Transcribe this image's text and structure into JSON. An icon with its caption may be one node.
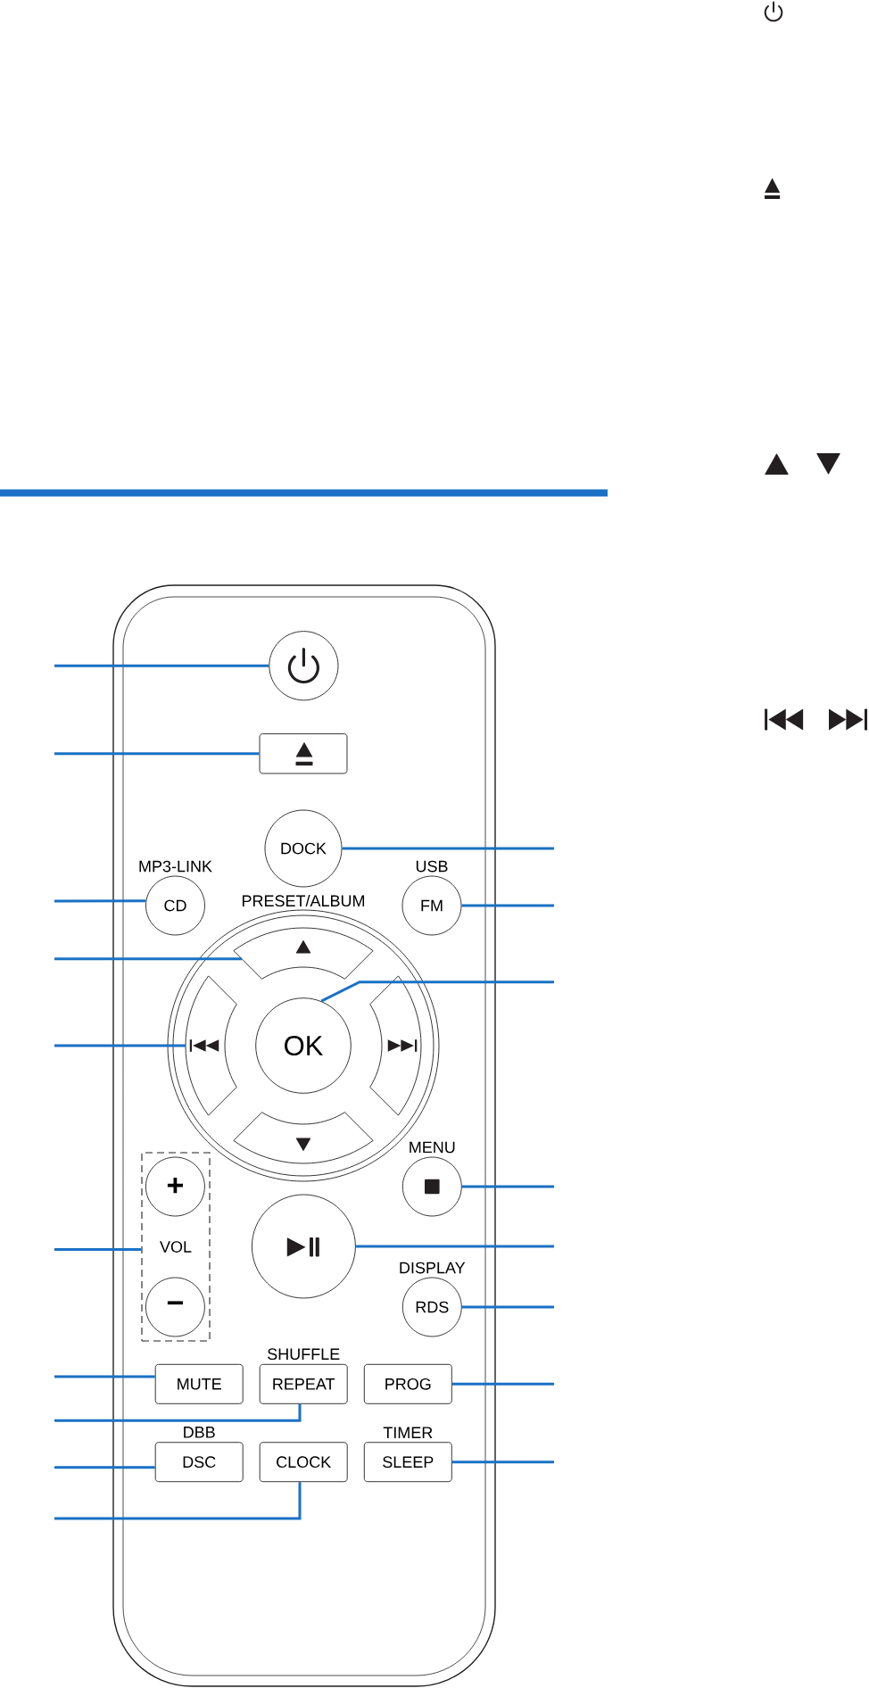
{
  "diagram": {
    "nodes": [
      {
        "text": [],
        "shape": "box"
      },
      {
        "text": [],
        "shape": "circle",
        "in": 0
      },
      {
        "text": [],
        "shape": "box",
        "in": 0
      },
      {
        "text": [
          "DOCK"
        ],
        "in": 0
      },
      {
        "text": [
          "MP3-LINK",
          "CD"
        ],
        "in": 0
      },
      {
        "text": [
          "USB",
          "FM"
        ],
        "in": 0
      },
      {
        "text": [
          "PRESET/ALBUM"
        ],
        "in": 0
      },
      {
        "text": [],
        "shape": "box",
        "in": 6
      },
      {
        "text": [],
        "shape": "box",
        "in": 6
      },
      {
        "text": [
          "OK"
        ],
        "in": 6
      },
      {
        "text": [],
        "shape": "box",
        "in": 6
      },
      {
        "text": [],
        "shape": "box",
        "in": 6
      },
      {
        "text": [
          "MENU"
        ],
        "in": 0
      },
      {
        "text": [
          "VOL"
        ],
        "in": 0
      },
      {
        "text": [
          "+"
        ],
        "in": 13
      },
      {
        "text": [
          "−"
        ],
        "in": 13
      },
      {
        "text": [],
        "shape": "circle",
        "in": 0
      },
      {
        "text": [
          "DISPLAY",
          "RDS"
        ],
        "in": 0
      },
      {
        "text": [
          "MUTE"
        ],
        "in": 0
      },
      {
        "text": [
          "SHUFFLE",
          "REPEAT"
        ],
        "in": 0
      },
      {
        "text": [
          "PROG"
        ],
        "in": 0
      },
      {
        "text": [
          "DBB",
          "DSC"
        ],
        "in": 0
      },
      {
        "text": [
          "CLOCK"
        ],
        "in": 0
      },
      {
        "text": [
          "TIMER",
          "SLEEP"
        ],
        "in": 0
      }
    ],
    "edges": [
      {
        "from": null,
        "to": 1,
        "arrow": "none"
      },
      {
        "from": null,
        "to": 2,
        "arrow": "none"
      },
      {
        "from": null,
        "to": 3,
        "arrow": "none"
      },
      {
        "from": null,
        "to": 4,
        "arrow": "none"
      },
      {
        "from": null,
        "to": 5,
        "arrow": "none"
      },
      {
        "from": null,
        "to": 7,
        "arrow": "none"
      },
      {
        "from": null,
        "to": 9,
        "arrow": "none"
      },
      {
        "from": null,
        "to": 8,
        "arrow": "none"
      },
      {
        "from": null,
        "to": 12,
        "arrow": "none"
      },
      {
        "from": null,
        "to": 13,
        "arrow": "none"
      },
      {
        "from": null,
        "to": 16,
        "arrow": "none"
      },
      {
        "from": null,
        "to": 17,
        "arrow": "none"
      },
      {
        "from": null,
        "to": 18,
        "arrow": "none"
      },
      {
        "from": null,
        "to": 20,
        "arrow": "none"
      },
      {
        "from": null,
        "to": 19,
        "arrow": "none"
      },
      {
        "from": null,
        "to": 21,
        "arrow": "none"
      },
      {
        "from": null,
        "to": 23,
        "arrow": "none"
      },
      {
        "from": null,
        "to": 22,
        "arrow": "none"
      }
    ]
  }
}
